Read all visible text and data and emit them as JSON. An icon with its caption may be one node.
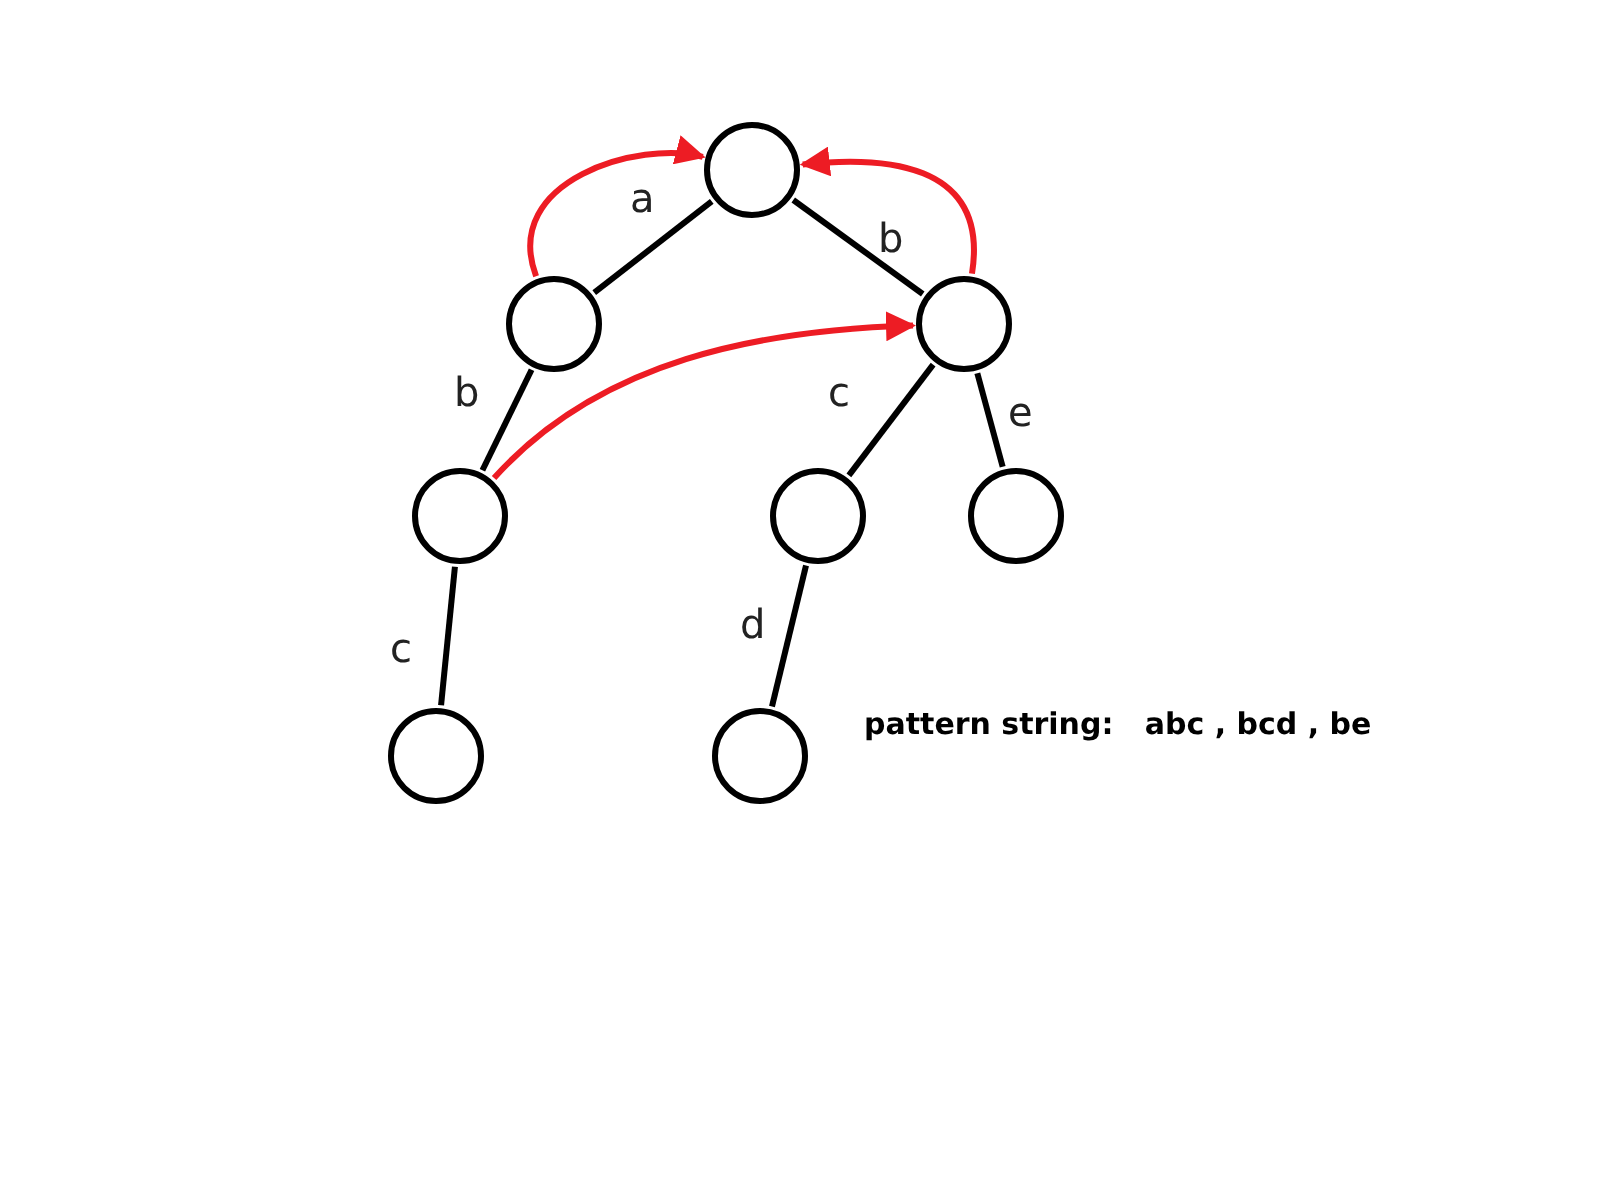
{
  "diagram": {
    "nodes": [
      {
        "text": [],
        "shape": "circle"
      },
      {
        "text": [],
        "shape": "circle"
      },
      {
        "text": [],
        "shape": "circle"
      },
      {
        "text": [],
        "shape": "circle"
      },
      {
        "text": [],
        "shape": "circle"
      },
      {
        "text": [],
        "shape": "circle"
      },
      {
        "text": [],
        "shape": "circle"
      },
      {
        "text": [],
        "shape": "circle"
      }
    ],
    "edges": [
      {
        "from": 0,
        "to": 1,
        "arrow": "none",
        "label": "a"
      },
      {
        "from": 0,
        "to": 2,
        "arrow": "none",
        "label": "b"
      },
      {
        "from": 1,
        "to": 3,
        "arrow": "none",
        "label": "b"
      },
      {
        "from": 2,
        "to": 4,
        "arrow": "none",
        "label": "c"
      },
      {
        "from": 2,
        "to": 5,
        "arrow": "none",
        "label": "e"
      },
      {
        "from": 3,
        "to": 6,
        "arrow": "none",
        "label": "c"
      },
      {
        "from": 4,
        "to": 7,
        "arrow": "none",
        "label": "d"
      },
      {
        "from": 1,
        "to": 0,
        "arrow": "to",
        "color": "#ed1c24"
      },
      {
        "from": 2,
        "to": 0,
        "arrow": "to",
        "color": "#ed1c24"
      },
      {
        "from": 3,
        "to": 2,
        "arrow": "to",
        "color": "#ed1c24"
      }
    ],
    "labels": [
      "pattern string:   abc , bcd , be"
    ]
  }
}
